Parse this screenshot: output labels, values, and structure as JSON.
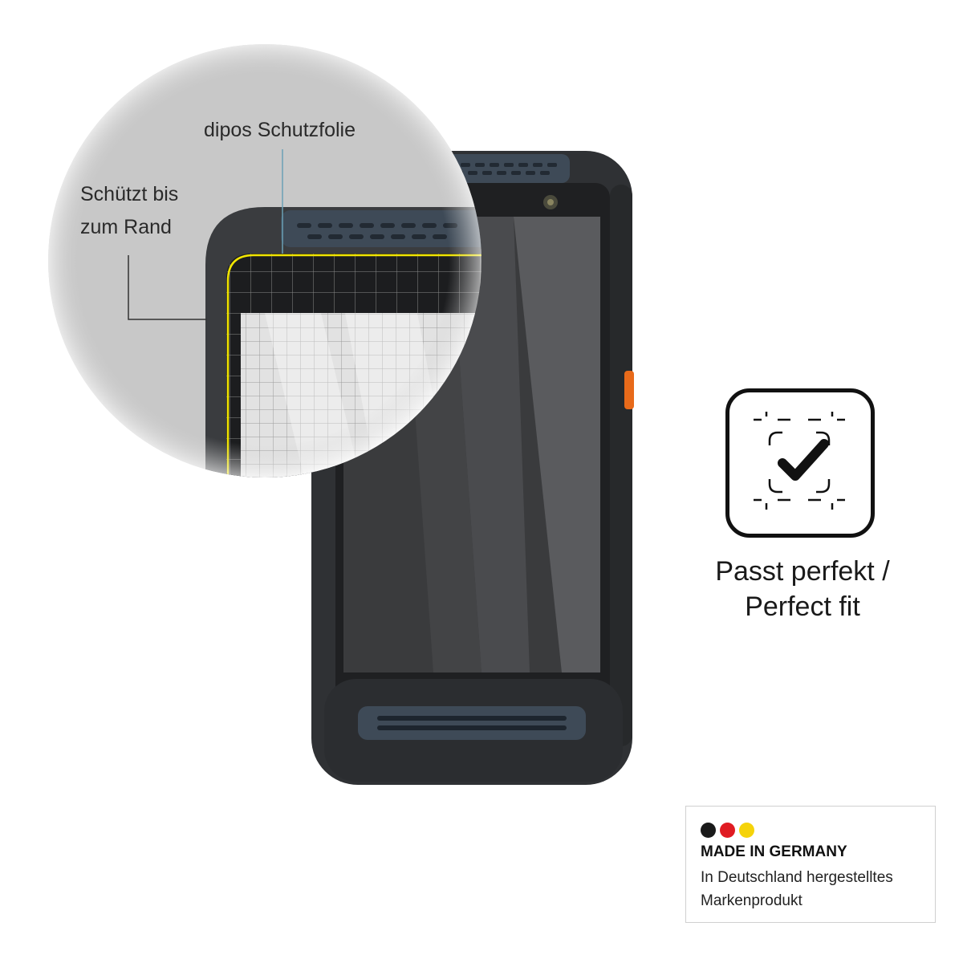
{
  "callouts": {
    "foil_label": "dipos Schutzfolie",
    "edge_label_line1": "Schützt bis",
    "edge_label_line2": "zum Rand"
  },
  "feature": {
    "icon": "perfect-fit-check-icon",
    "label_line1": "Passt perfekt /",
    "label_line2": "Perfect fit"
  },
  "badge": {
    "flag_colors": [
      "#1a1a1a",
      "#e01b22",
      "#f5d30a"
    ],
    "title": "MADE IN GERMANY",
    "subtitle": "In Deutschland hergestelltes Markenprodukt"
  },
  "colors": {
    "phone_body": "#333538",
    "screen_protector_edge": "#f2e600",
    "accent_button": "#e86a1a"
  }
}
